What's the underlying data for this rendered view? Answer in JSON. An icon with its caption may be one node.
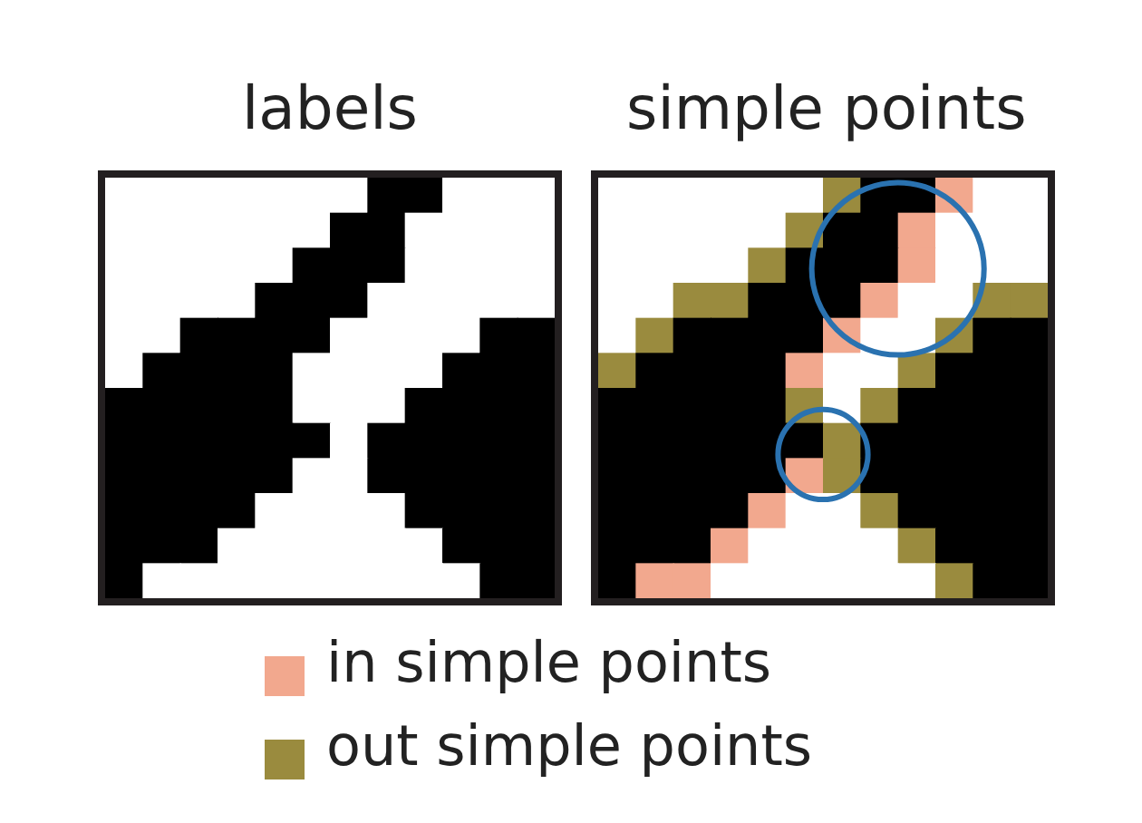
{
  "diagram": {
    "labels": [
      "labels",
      "simple points"
    ],
    "legend": [
      {
        "text": "in simple points",
        "color": "#f2a88e"
      },
      {
        "text": "out simple points",
        "color": "#9a8b3e"
      }
    ]
  }
}
